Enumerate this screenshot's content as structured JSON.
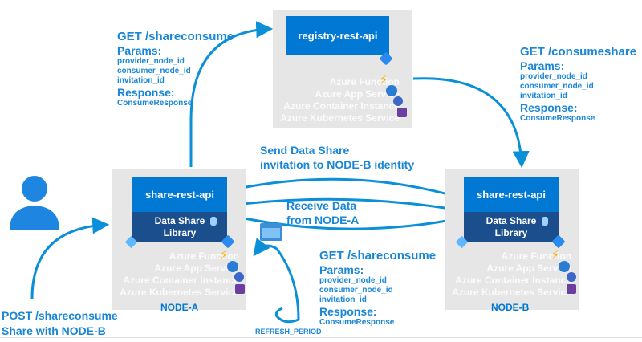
{
  "registry": {
    "api_label": "registry-rest-api",
    "services": [
      "Azure Function",
      "Azure App Service",
      "Azure Container Instance",
      "Azure Kubernetes Service"
    ]
  },
  "node_a": {
    "api_label": "share-rest-api",
    "library_label_1": "Data Share",
    "library_label_2": "Library",
    "services": [
      "Azure Function",
      "Azure App Service",
      "Azure Container Instance",
      "Azure Kubernetes Service"
    ],
    "node_label": "NODE-A"
  },
  "node_b": {
    "api_label": "share-rest-api",
    "library_label_1": "Data Share",
    "library_label_2": "Library",
    "services": [
      "Azure Function",
      "Azure App Service",
      "Azure Container Instance",
      "Azure Kubernetes Service"
    ],
    "node_label": "NODE-B"
  },
  "annotations": {
    "get_shareconsume_top": {
      "title": "GET /shareconsume",
      "params_label": "Params:",
      "params": [
        "provider_node_id",
        "consumer_node_id",
        "invitation_id"
      ],
      "response_label": "Response:",
      "response": "ConsumeResponse"
    },
    "get_consumeshare": {
      "title": "GET /consumeshare",
      "params_label": "Params:",
      "params": [
        "provider_node_id",
        "consumer_node_id",
        "invitation_id"
      ],
      "response_label": "Response:",
      "response": "ConsumeResponse"
    },
    "get_shareconsume_bottom": {
      "title": "GET /shareconsume",
      "params_label": "Params:",
      "params": [
        "provider_node_id",
        "consumer_node_id",
        "invitation_id"
      ],
      "response_label": "Response:",
      "response": "ConsumeResponse"
    },
    "send_invite_1": "Send Data Share",
    "send_invite_2": "invitation to NODE-B identity",
    "receive_1": "Receive Data",
    "receive_2": "from NODE-A",
    "post_1": "POST /shareconsume",
    "post_2": "Share with NODE-B",
    "refresh": "REFRESH_PERIOD"
  }
}
